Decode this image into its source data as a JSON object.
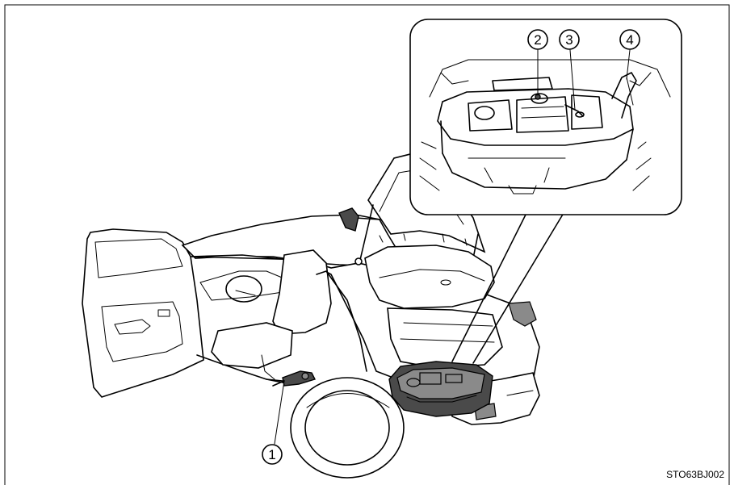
{
  "figure": {
    "callouts": [
      {
        "id": 1,
        "label": "1"
      },
      {
        "id": 2,
        "label": "2"
      },
      {
        "id": 3,
        "label": "3"
      },
      {
        "id": 4,
        "label": "4"
      }
    ],
    "image_code": "STO63BJ002"
  }
}
